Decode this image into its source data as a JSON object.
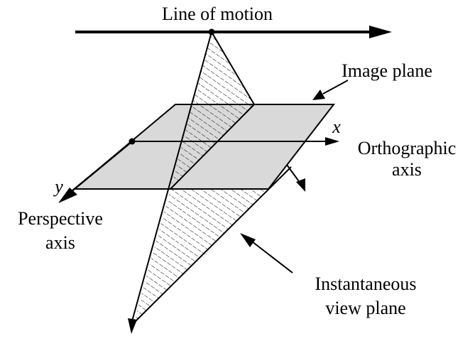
{
  "labels": {
    "line_of_motion": "Line of motion",
    "image_plane": "Image plane",
    "x_axis": "x",
    "y_axis": "y",
    "orthographic_line1": "Orthographic",
    "orthographic_line2": "axis",
    "perspective_line1": "Perspective",
    "perspective_line2": "axis",
    "view_plane_line1": "Instantaneous",
    "view_plane_line2": "view plane"
  },
  "colors": {
    "image_plane_fill": "#d9d9d9",
    "stroke": "#000000",
    "background": "#ffffff"
  }
}
